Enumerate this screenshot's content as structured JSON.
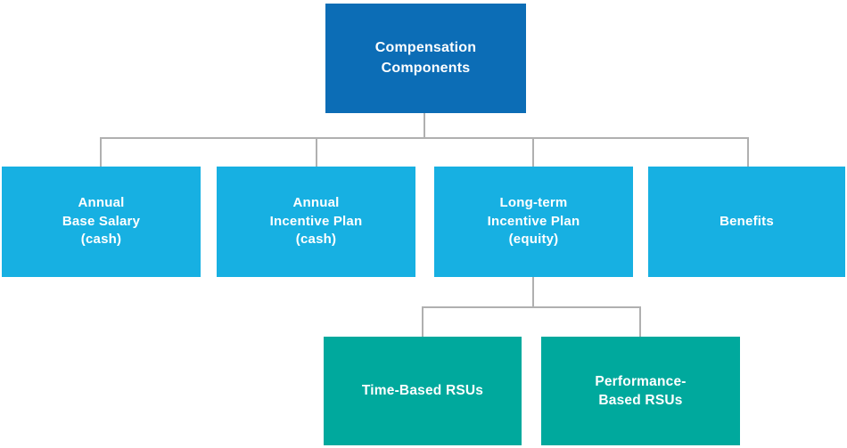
{
  "colors": {
    "root_bg": "#0c6db6",
    "branch_bg": "#17b0e2",
    "leaf_bg": "#00a99d",
    "connector": "#b0b0b0",
    "text": "#ffffff"
  },
  "nodes": {
    "root": {
      "label": "Compensation\nComponents"
    },
    "base_salary": {
      "label": "Annual\nBase Salary\n(cash)"
    },
    "annual_incentive": {
      "label": "Annual\nIncentive Plan\n(cash)"
    },
    "long_term_incentive": {
      "label": "Long-term\nIncentive Plan\n(equity)"
    },
    "benefits": {
      "label": "Benefits"
    },
    "time_based_rsus": {
      "label": "Time-Based RSUs"
    },
    "performance_based_rsus": {
      "label": "Performance-\nBased RSUs"
    }
  }
}
